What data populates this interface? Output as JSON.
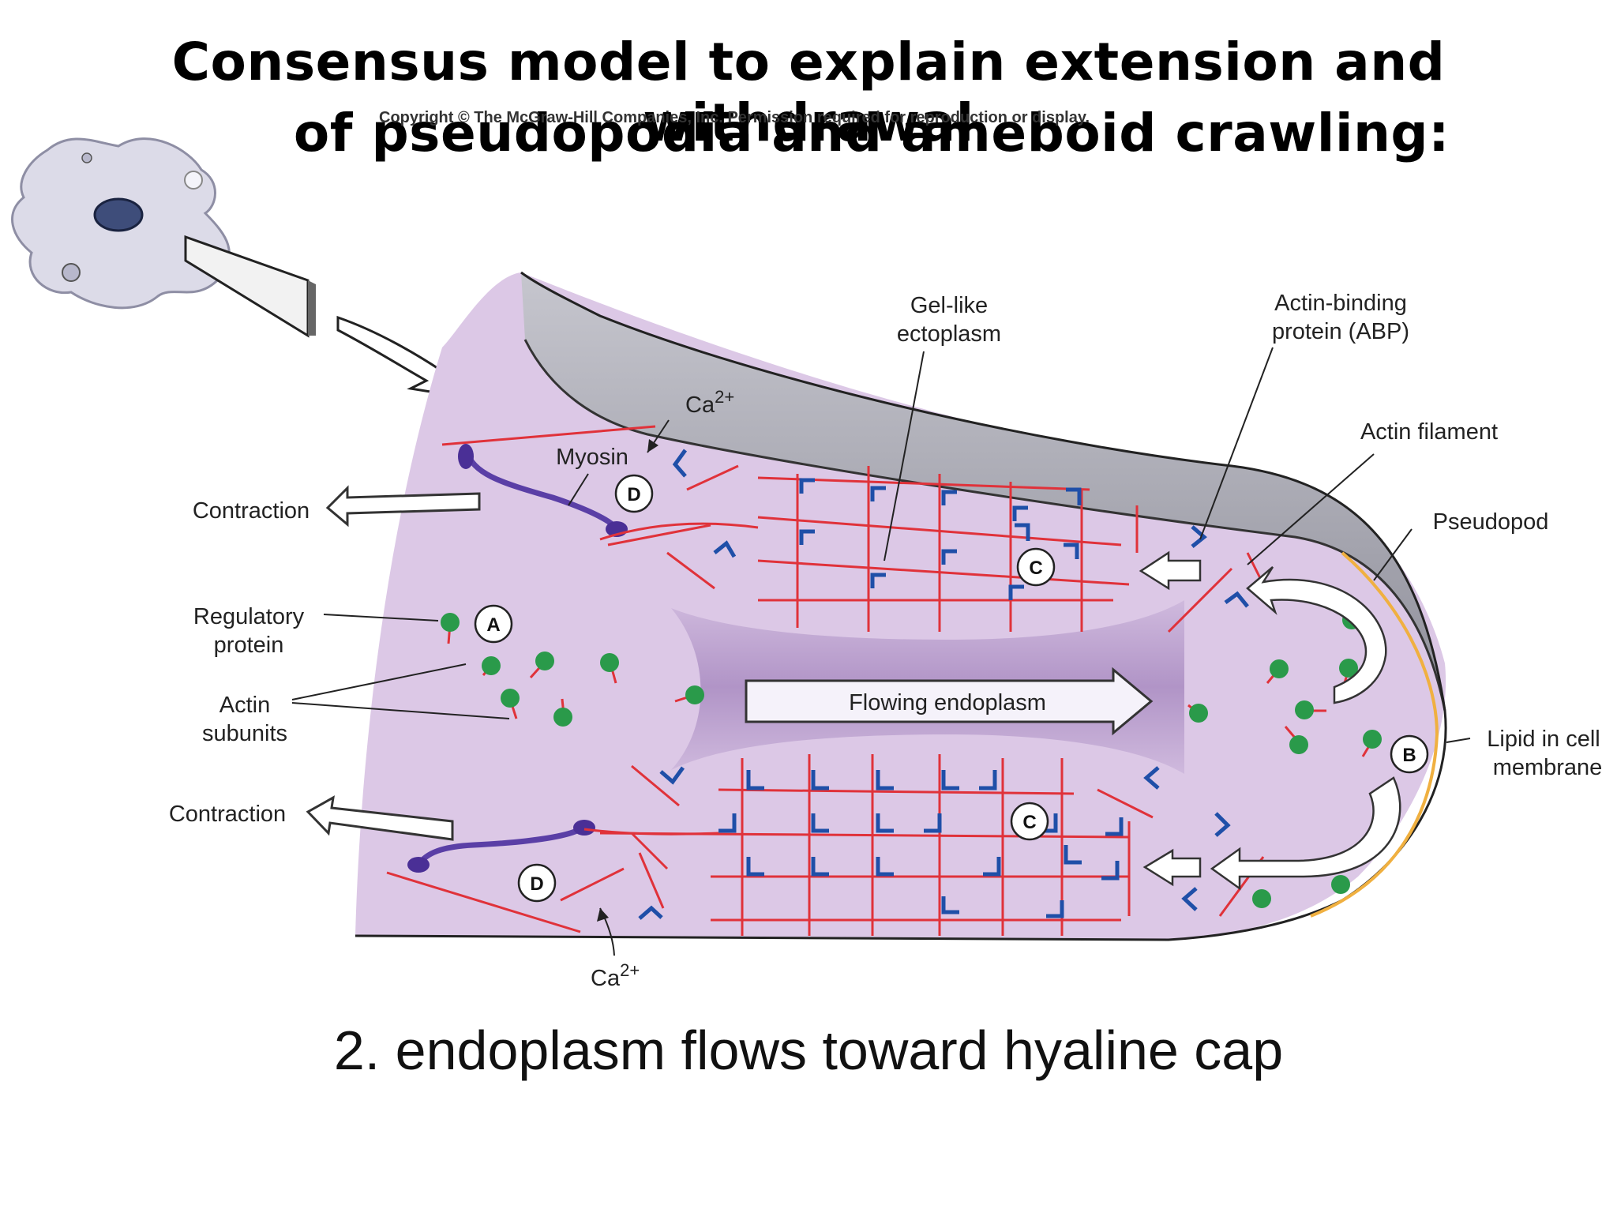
{
  "title": {
    "line1": "Consensus model to explain extension and withdrawal",
    "line2": "of pseudopodia and ameboid crawling:"
  },
  "copyright": "Copyright © The McGraw-Hill Companies, Inc. Permission required for reproduction or display.",
  "labels": {
    "gel_like": "Gel-like",
    "ectoplasm": "ectoplasm",
    "abp_line1": "Actin-binding",
    "abp_line2": "protein (ABP)",
    "actin_filament": "Actin filament",
    "pseudopod": "Pseudopod",
    "ca_top": "Ca",
    "ca_bottom": "Ca",
    "ca_superscript": "2+",
    "myosin": "Myosin",
    "contraction_top": "Contraction",
    "contraction_bottom": "Contraction",
    "regulatory_line1": "Regulatory",
    "regulatory_line2": "protein",
    "actin_line1": "Actin",
    "actin_line2": "subunits",
    "flowing_endoplasm": "Flowing endoplasm",
    "lipid_line1": "Lipid in cell",
    "lipid_line2": "membrane"
  },
  "markers": {
    "a": "A",
    "b": "B",
    "c_top": "C",
    "c_bottom": "C",
    "d_top": "D",
    "d_bottom": "D"
  },
  "caption": "2. endoplasm flows toward hyaline cap",
  "colors": {
    "cytoplasm": "#dcc8e6",
    "ectoplasm_cap": "#9e9ea8",
    "actin": "#e0323a",
    "abp": "#1f4fa8",
    "myosin": "#5a3fa6",
    "subunit": "#2a9a4a",
    "membrane_lipid": "#f0b040"
  }
}
